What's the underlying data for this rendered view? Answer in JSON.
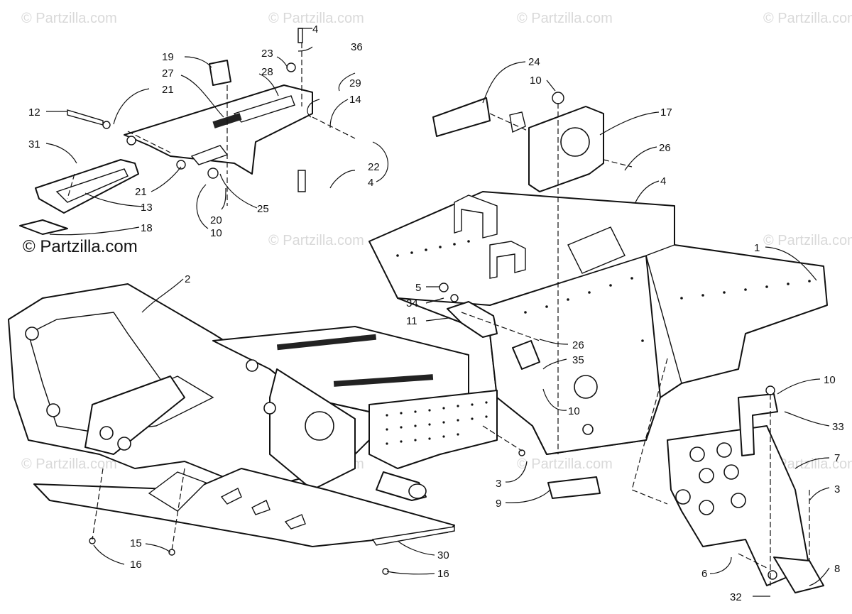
{
  "watermarks": {
    "text": "© Partzilla.com",
    "main_text": "© Partzilla.com"
  },
  "callouts": {
    "c1": "1",
    "c2": "2",
    "c3a": "3",
    "c3b": "3",
    "c4a": "4",
    "c4b": "4",
    "c4c": "4",
    "c5": "5",
    "c6": "6",
    "c7": "7",
    "c8": "8",
    "c9": "9",
    "c10a": "10",
    "c10b": "10",
    "c10c": "10",
    "c10d": "10",
    "c11": "11",
    "c12": "12",
    "c13": "13",
    "c14": "14",
    "c15": "15",
    "c16a": "16",
    "c16b": "16",
    "c17": "17",
    "c18": "18",
    "c19": "19",
    "c20": "20",
    "c21a": "21",
    "c21b": "21",
    "c22": "22",
    "c23": "23",
    "c24": "24",
    "c25": "25",
    "c26a": "26",
    "c26b": "26",
    "c27": "27",
    "c28": "28",
    "c29": "29",
    "c30": "30",
    "c31": "31",
    "c32": "32",
    "c33": "33",
    "c34": "34",
    "c35": "35",
    "c36": "36"
  }
}
